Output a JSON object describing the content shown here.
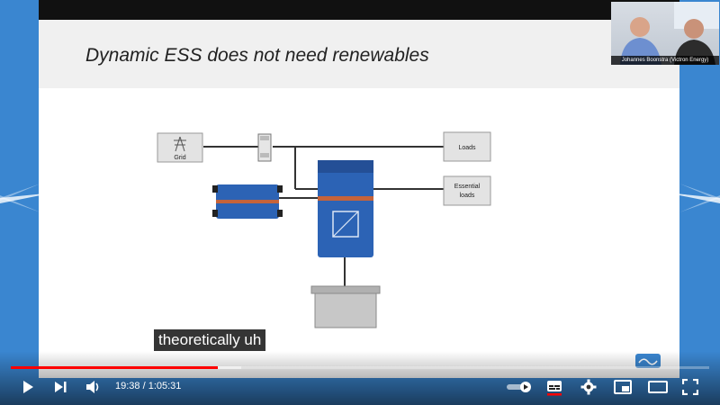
{
  "slide": {
    "title": "Dynamic ESS does not need renewables",
    "webcam_caption": "Johannes Boonstra (Victron Energy)",
    "labels": {
      "grid": "Grid",
      "loads": "Loads",
      "essential_line1": "Essential",
      "essential_line2": "loads"
    }
  },
  "subtitle": "theoretically uh",
  "player": {
    "time_current": "19:38",
    "time_separator": " / ",
    "time_total": "1:05:31",
    "progress_fraction": 0.297,
    "buffer_fraction": 0.33,
    "icons": [
      "play-icon",
      "next-icon",
      "volume-icon",
      "autoplay-toggle-icon",
      "subtitles-icon",
      "settings-icon",
      "miniplayer-icon",
      "theater-mode-icon",
      "fullscreen-icon"
    ],
    "accent_color": "#ff0000"
  }
}
